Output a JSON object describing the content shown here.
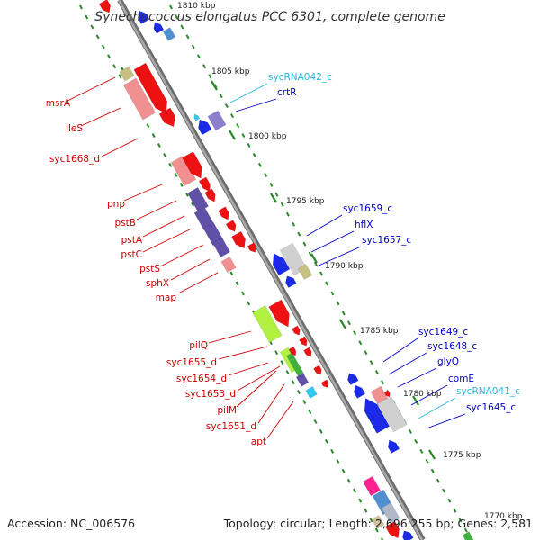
{
  "title": "Synechococcus elongatus PCC 6301, complete genome",
  "accession_text": "Accession: NC_006576",
  "topology_text": "Topology: circular; Length: 2,696,255 bp; Genes: 2,581",
  "colors": {
    "left_strand_label": "#cc0000",
    "right_strand_label": "#0000cc",
    "rna_label": "#22bbdd",
    "backbone": "#888888",
    "tick_green": "#2a8a2a"
  },
  "scale_labels": [
    {
      "id": "1810",
      "text": "1810 kbp"
    },
    {
      "id": "1805",
      "text": "1805 kbp"
    },
    {
      "id": "1800",
      "text": "1800 kbp"
    },
    {
      "id": "1795",
      "text": "1795 kbp"
    },
    {
      "id": "1790",
      "text": "1790 kbp"
    },
    {
      "id": "1785",
      "text": "1785 kbp"
    },
    {
      "id": "1780",
      "text": "1780 kbp"
    },
    {
      "id": "1775",
      "text": "1775 kbp"
    },
    {
      "id": "1770",
      "text": "1770 kbp"
    }
  ],
  "left_genes": [
    {
      "id": "msrA",
      "label": "msrA"
    },
    {
      "id": "ileS",
      "label": "ileS"
    },
    {
      "id": "syc1668_d",
      "label": "syc1668_d"
    },
    {
      "id": "pnp",
      "label": "pnp"
    },
    {
      "id": "pstB",
      "label": "pstB"
    },
    {
      "id": "pstA",
      "label": "pstA"
    },
    {
      "id": "pstC",
      "label": "pstC"
    },
    {
      "id": "pstS",
      "label": "pstS"
    },
    {
      "id": "sphX",
      "label": "sphX"
    },
    {
      "id": "map",
      "label": "map"
    },
    {
      "id": "pilQ",
      "label": "pilQ"
    },
    {
      "id": "syc1655_d",
      "label": "syc1655_d"
    },
    {
      "id": "syc1654_d",
      "label": "syc1654_d"
    },
    {
      "id": "syc1653_d",
      "label": "syc1653_d"
    },
    {
      "id": "pilM",
      "label": "pilM"
    },
    {
      "id": "syc1651_d",
      "label": "syc1651_d"
    },
    {
      "id": "apt",
      "label": "apt"
    }
  ],
  "right_genes": [
    {
      "id": "sycRNA042_c",
      "label": "sycRNA042_c",
      "rna": true
    },
    {
      "id": "crtR",
      "label": "crtR"
    },
    {
      "id": "syc1659_c",
      "label": "syc1659_c"
    },
    {
      "id": "hflX",
      "label": "hflX"
    },
    {
      "id": "syc1657_c",
      "label": "syc1657_c"
    },
    {
      "id": "syc1649_c",
      "label": "syc1649_c"
    },
    {
      "id": "syc1648_c",
      "label": "syc1648_c"
    },
    {
      "id": "glyQ",
      "label": "glyQ"
    },
    {
      "id": "comE",
      "label": "comE"
    },
    {
      "id": "sycRNA041_c",
      "label": "sycRNA041_c",
      "rna": true
    },
    {
      "id": "syc1645_c",
      "label": "syc1645_c"
    }
  ]
}
